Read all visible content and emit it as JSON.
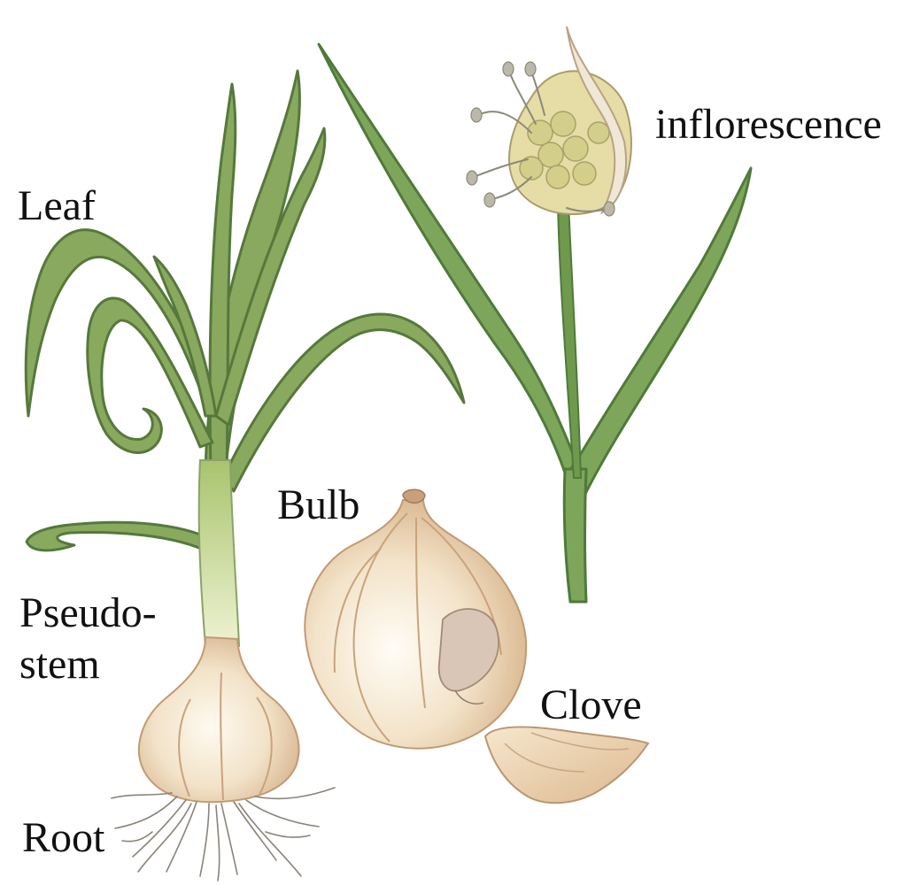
{
  "labels": {
    "inflorescence": "inflorescence",
    "leaf": "Leaf",
    "bulb": "Bulb",
    "pseudostem_line1": "Pseudo-",
    "pseudostem_line2": "stem",
    "clove": "Clove",
    "root": "Root"
  },
  "colors": {
    "leaf_green": "#7fa35a",
    "leaf_dark": "#4f7a3a",
    "stem_light": "#c9dc8e",
    "bulb_cream": "#f4e6cf",
    "bulb_shadow": "#d8b58f",
    "clove_tan": "#e9cfa8",
    "root_gray": "#8a8378",
    "flower_yellow": "#e4dba0"
  }
}
